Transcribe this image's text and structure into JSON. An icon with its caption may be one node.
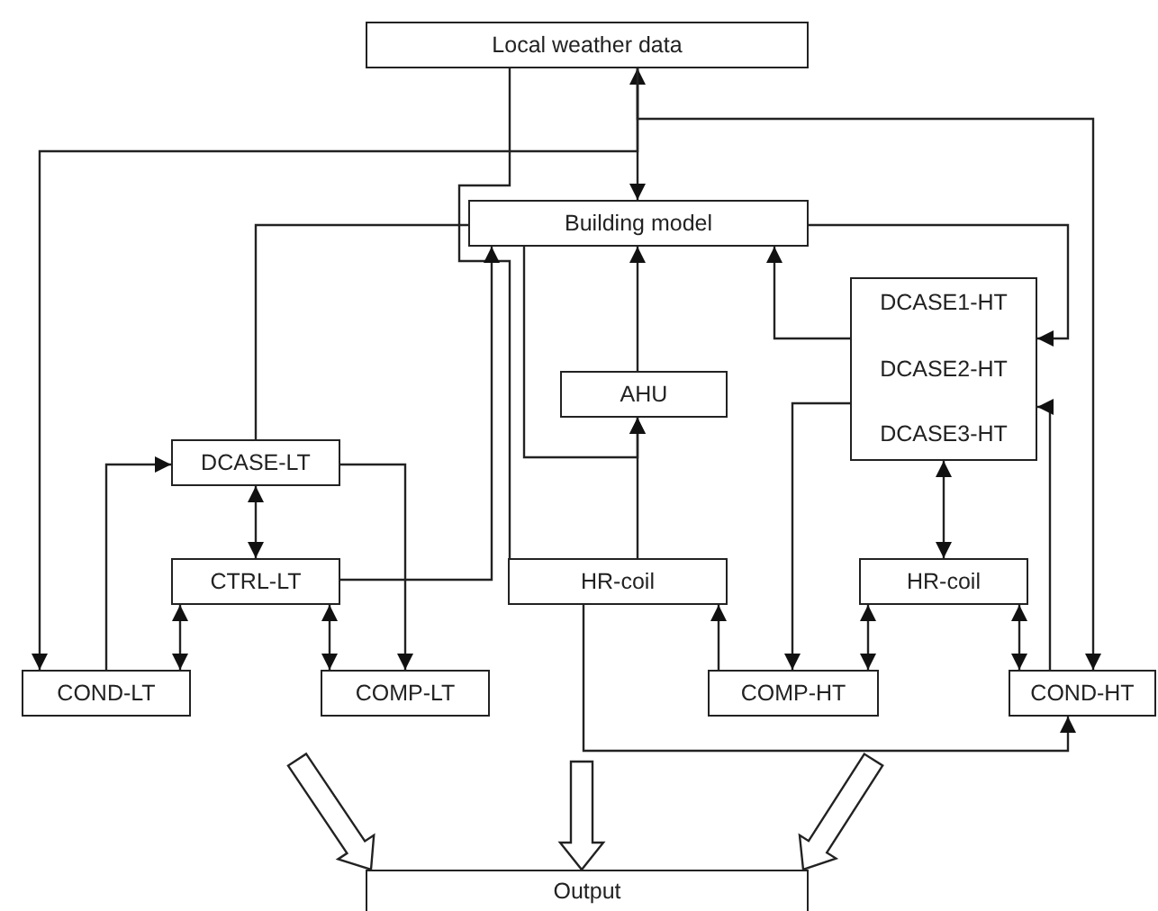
{
  "diagram": {
    "nodes": [
      {
        "text": [
          "Local weather data"
        ]
      },
      {
        "text": [
          "Building model"
        ]
      },
      {
        "text": [
          "DCASE1-HT",
          "DCASE2-HT",
          "DCASE3-HT"
        ]
      },
      {
        "text": [
          "AHU"
        ]
      },
      {
        "text": [
          "DCASE-LT"
        ]
      },
      {
        "text": [
          "CTRL-LT"
        ]
      },
      {
        "text": [
          "HR-coil"
        ]
      },
      {
        "text": [
          "HR-coil"
        ]
      },
      {
        "text": [
          "COND-LT"
        ]
      },
      {
        "text": [
          "COMP-LT"
        ]
      },
      {
        "text": [
          "COMP-HT"
        ]
      },
      {
        "text": [
          "COND-HT"
        ]
      },
      {
        "text": [
          "Output"
        ]
      }
    ],
    "edges": [
      {
        "from": 0,
        "to": 1,
        "arrow": "both"
      },
      {
        "from": 0,
        "to": 8,
        "arrow": "to"
      },
      {
        "from": 0,
        "to": 11,
        "arrow": "to"
      },
      {
        "from": 0,
        "to": 6,
        "arrow": "to"
      },
      {
        "from": 3,
        "to": 1,
        "arrow": "to"
      },
      {
        "from": 6,
        "to": 3,
        "arrow": "to"
      },
      {
        "from": 1,
        "to": 3,
        "arrow": "to"
      },
      {
        "from": 5,
        "to": 1,
        "arrow": "to"
      },
      {
        "from": 4,
        "to": 1,
        "arrow": "none"
      },
      {
        "from": 1,
        "to": 2,
        "arrow": "to"
      },
      {
        "from": 2,
        "to": 1,
        "arrow": "to"
      },
      {
        "from": 2,
        "to": 10,
        "arrow": "to"
      },
      {
        "from": 11,
        "to": 2,
        "arrow": "to"
      },
      {
        "from": 2,
        "to": 7,
        "arrow": "both"
      },
      {
        "from": 7,
        "to": 10,
        "arrow": "both"
      },
      {
        "from": 7,
        "to": 11,
        "arrow": "both"
      },
      {
        "from": 10,
        "to": 6,
        "arrow": "to"
      },
      {
        "from": 6,
        "to": 11,
        "arrow": "to"
      },
      {
        "from": 8,
        "to": 4,
        "arrow": "to"
      },
      {
        "from": 4,
        "to": 9,
        "arrow": "to"
      },
      {
        "from": 4,
        "to": 5,
        "arrow": "both"
      },
      {
        "from": 5,
        "to": 8,
        "arrow": "both"
      },
      {
        "from": 5,
        "to": 9,
        "arrow": "both"
      },
      {
        "from": null,
        "to": 12,
        "arrow": "to"
      },
      {
        "from": null,
        "to": 12,
        "arrow": "to"
      },
      {
        "from": null,
        "to": 12,
        "arrow": "to"
      }
    ]
  }
}
